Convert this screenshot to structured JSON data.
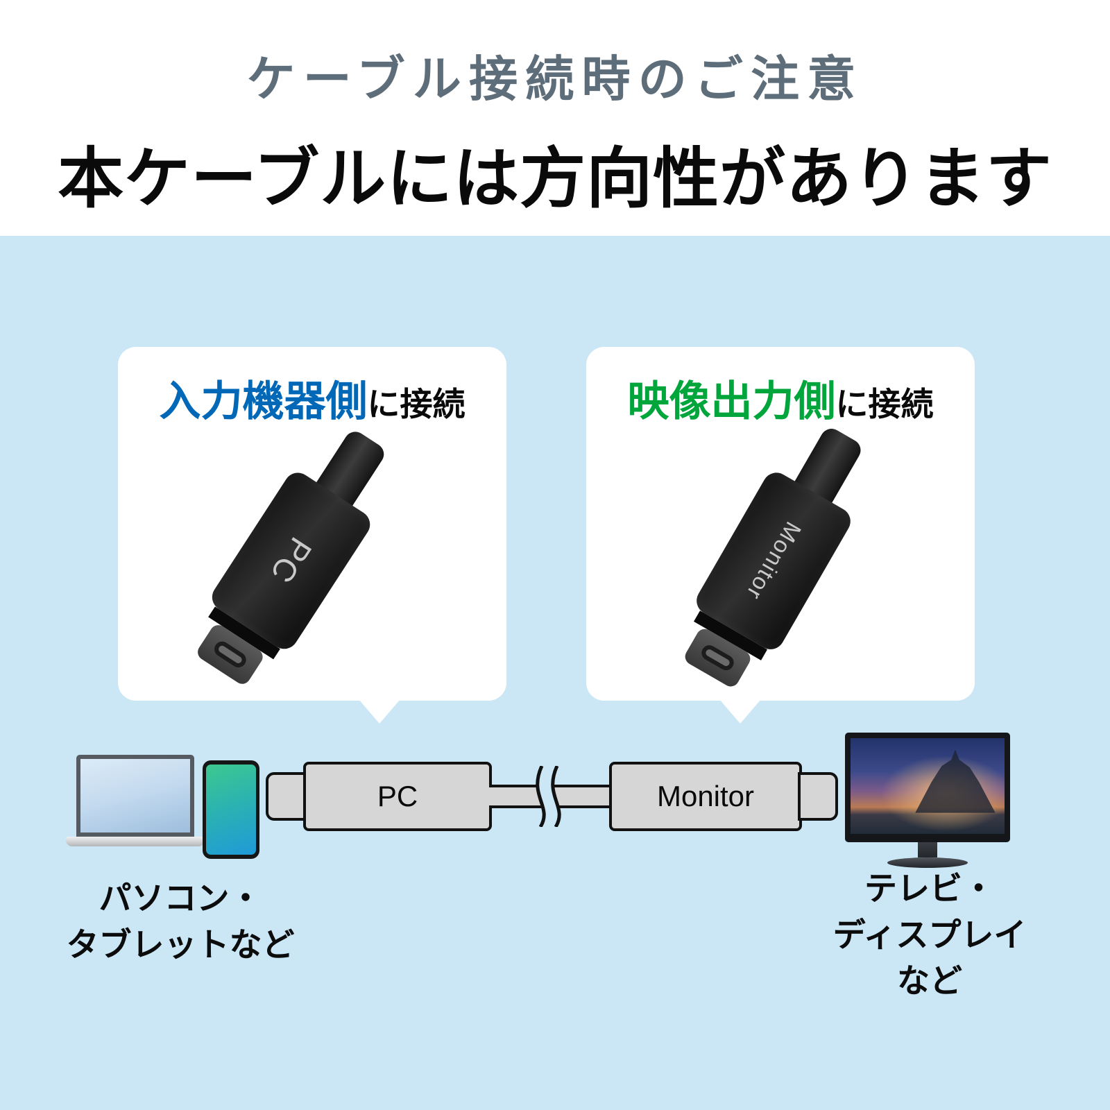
{
  "header": {
    "subtitle": "ケーブル接続時のご注意",
    "title": "本ケーブルには方向性があります"
  },
  "left_card": {
    "highlight": "入力機器側",
    "suffix": "に接続",
    "connector_label": "PC"
  },
  "right_card": {
    "highlight": "映像出力側",
    "suffix": "に接続",
    "connector_label": "Monitor"
  },
  "diagram": {
    "pc_label": "PC",
    "monitor_label": "Monitor",
    "left_caption": [
      "パソコン・",
      "タブレットなど"
    ],
    "right_caption": [
      "テレビ・",
      "ディスプレイ",
      "など"
    ]
  },
  "colors": {
    "highlight_blue": "#0068b7",
    "highlight_green": "#00a63c",
    "background_blue": "#cbe7f6",
    "headline_gray": "#5d6d7a"
  }
}
